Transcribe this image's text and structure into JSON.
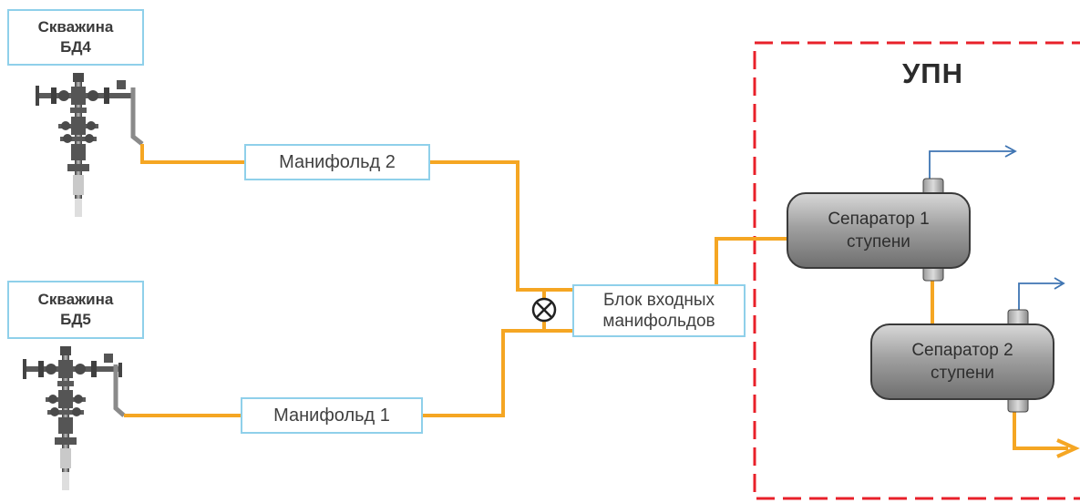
{
  "wells": [
    {
      "line1": "Скважина",
      "line2": "БД4"
    },
    {
      "line1": "Скважина",
      "line2": "БД5"
    }
  ],
  "manifolds": [
    {
      "label": "Манифольд 2"
    },
    {
      "label": "Манифольд 1"
    }
  ],
  "inlet_block": {
    "line1": "Блок входных",
    "line2": "манифольдов"
  },
  "upn": {
    "title": "УПН"
  },
  "separators": [
    {
      "line1": "Сепаратор 1",
      "line2": "ступени"
    },
    {
      "line1": "Сепаратор 2",
      "line2": "ступени"
    }
  ],
  "colors": {
    "pipe": "#f5a623",
    "gas_arrow": "#3e74b2",
    "box_border": "#8fd0ea",
    "upn_border": "#e8202a",
    "vessel": "#8c8c8c"
  },
  "icons": [
    "wellhead-icon",
    "valve-icon",
    "arrow-icon"
  ]
}
